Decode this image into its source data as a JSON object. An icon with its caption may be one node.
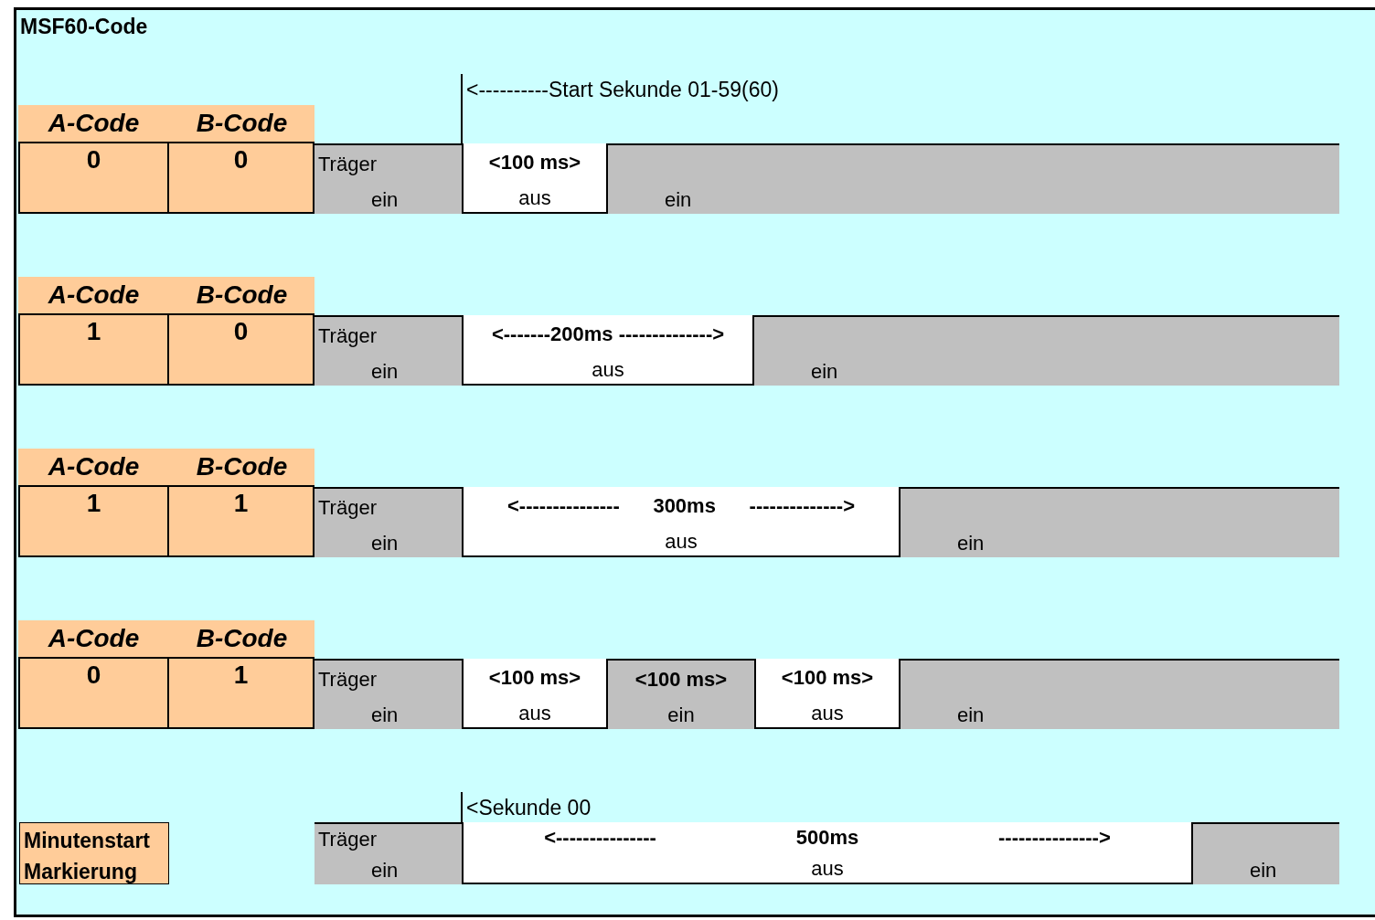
{
  "diagram": {
    "title": "MSF60-Code",
    "nodes": [
      {
        "text": [
          "A-Code"
        ]
      },
      {
        "text": [
          "B-Code"
        ]
      },
      {
        "text": [
          "0"
        ]
      },
      {
        "text": [
          "0"
        ]
      },
      {
        "text": [
          "Träger",
          "ein"
        ]
      },
      {
        "text": [
          "<100 ms>",
          "aus"
        ]
      },
      {
        "text": [
          "ein"
        ]
      },
      {
        "text": [
          "A-Code"
        ]
      },
      {
        "text": [
          "B-Code"
        ]
      },
      {
        "text": [
          "1"
        ]
      },
      {
        "text": [
          "0"
        ]
      },
      {
        "text": [
          "Träger",
          "ein"
        ]
      },
      {
        "text": [
          "<-------200ms -------------->",
          "aus"
        ]
      },
      {
        "text": [
          "ein"
        ]
      },
      {
        "text": [
          "A-Code"
        ]
      },
      {
        "text": [
          "B-Code"
        ]
      },
      {
        "text": [
          "1"
        ]
      },
      {
        "text": [
          "1"
        ]
      },
      {
        "text": [
          "Träger",
          "ein"
        ]
      },
      {
        "text": [
          "<---------------      300ms      -------------->",
          "aus"
        ]
      },
      {
        "text": [
          "ein"
        ]
      },
      {
        "text": [
          "A-Code"
        ]
      },
      {
        "text": [
          "B-Code"
        ]
      },
      {
        "text": [
          "0"
        ]
      },
      {
        "text": [
          "1"
        ]
      },
      {
        "text": [
          "Träger",
          "ein"
        ]
      },
      {
        "text": [
          "<100 ms>",
          "aus"
        ]
      },
      {
        "text": [
          "<100 ms>",
          "ein"
        ]
      },
      {
        "text": [
          "<100 ms>",
          "aus"
        ]
      },
      {
        "text": [
          "ein"
        ]
      },
      {
        "text": [
          "Minutenstart Markierung"
        ]
      },
      {
        "text": [
          "Träger",
          "ein"
        ]
      },
      {
        "text": [
          "<---------------                         500ms                         --------------->",
          "aus"
        ]
      },
      {
        "text": [
          "ein"
        ]
      }
    ],
    "labels": [
      "<----------Start Sekunde 01-59(60)",
      "<Sekunde 00"
    ]
  }
}
